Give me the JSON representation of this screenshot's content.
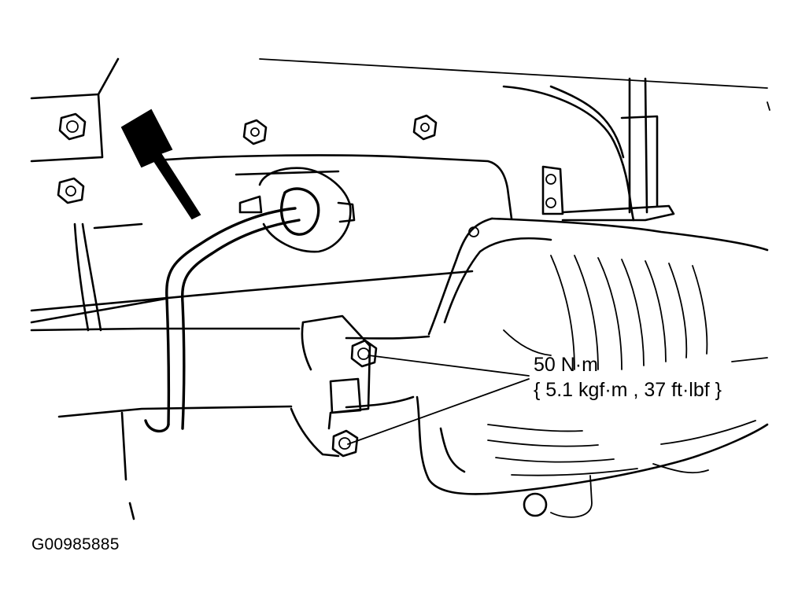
{
  "callout": {
    "torque_nm": "50 N·m",
    "torque_alt": "{ 5.1 kgf·m , 37 ft·lbf }"
  },
  "figure_id": "G00985885",
  "icons": {
    "pointer": "arrow-icon",
    "fastener": "bolt-icon"
  }
}
